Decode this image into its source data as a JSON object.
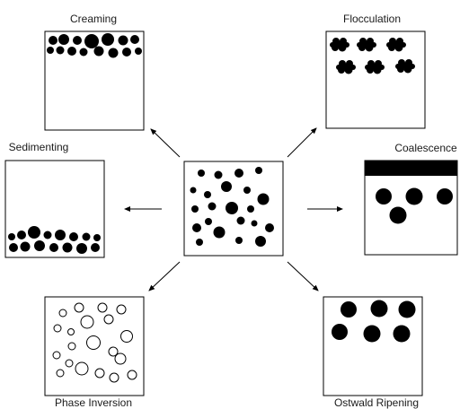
{
  "diagram": {
    "labels": {
      "creaming": "Creaming",
      "flocculation": "Flocculation",
      "sedimenting": "Sedimenting",
      "coalescence": "Coalescence",
      "phase_inversion": "Phase Inversion",
      "ostwald_ripening": "Ostwald Ripening"
    }
  },
  "colors": {
    "ink": "#000000",
    "background": "#ffffff"
  }
}
